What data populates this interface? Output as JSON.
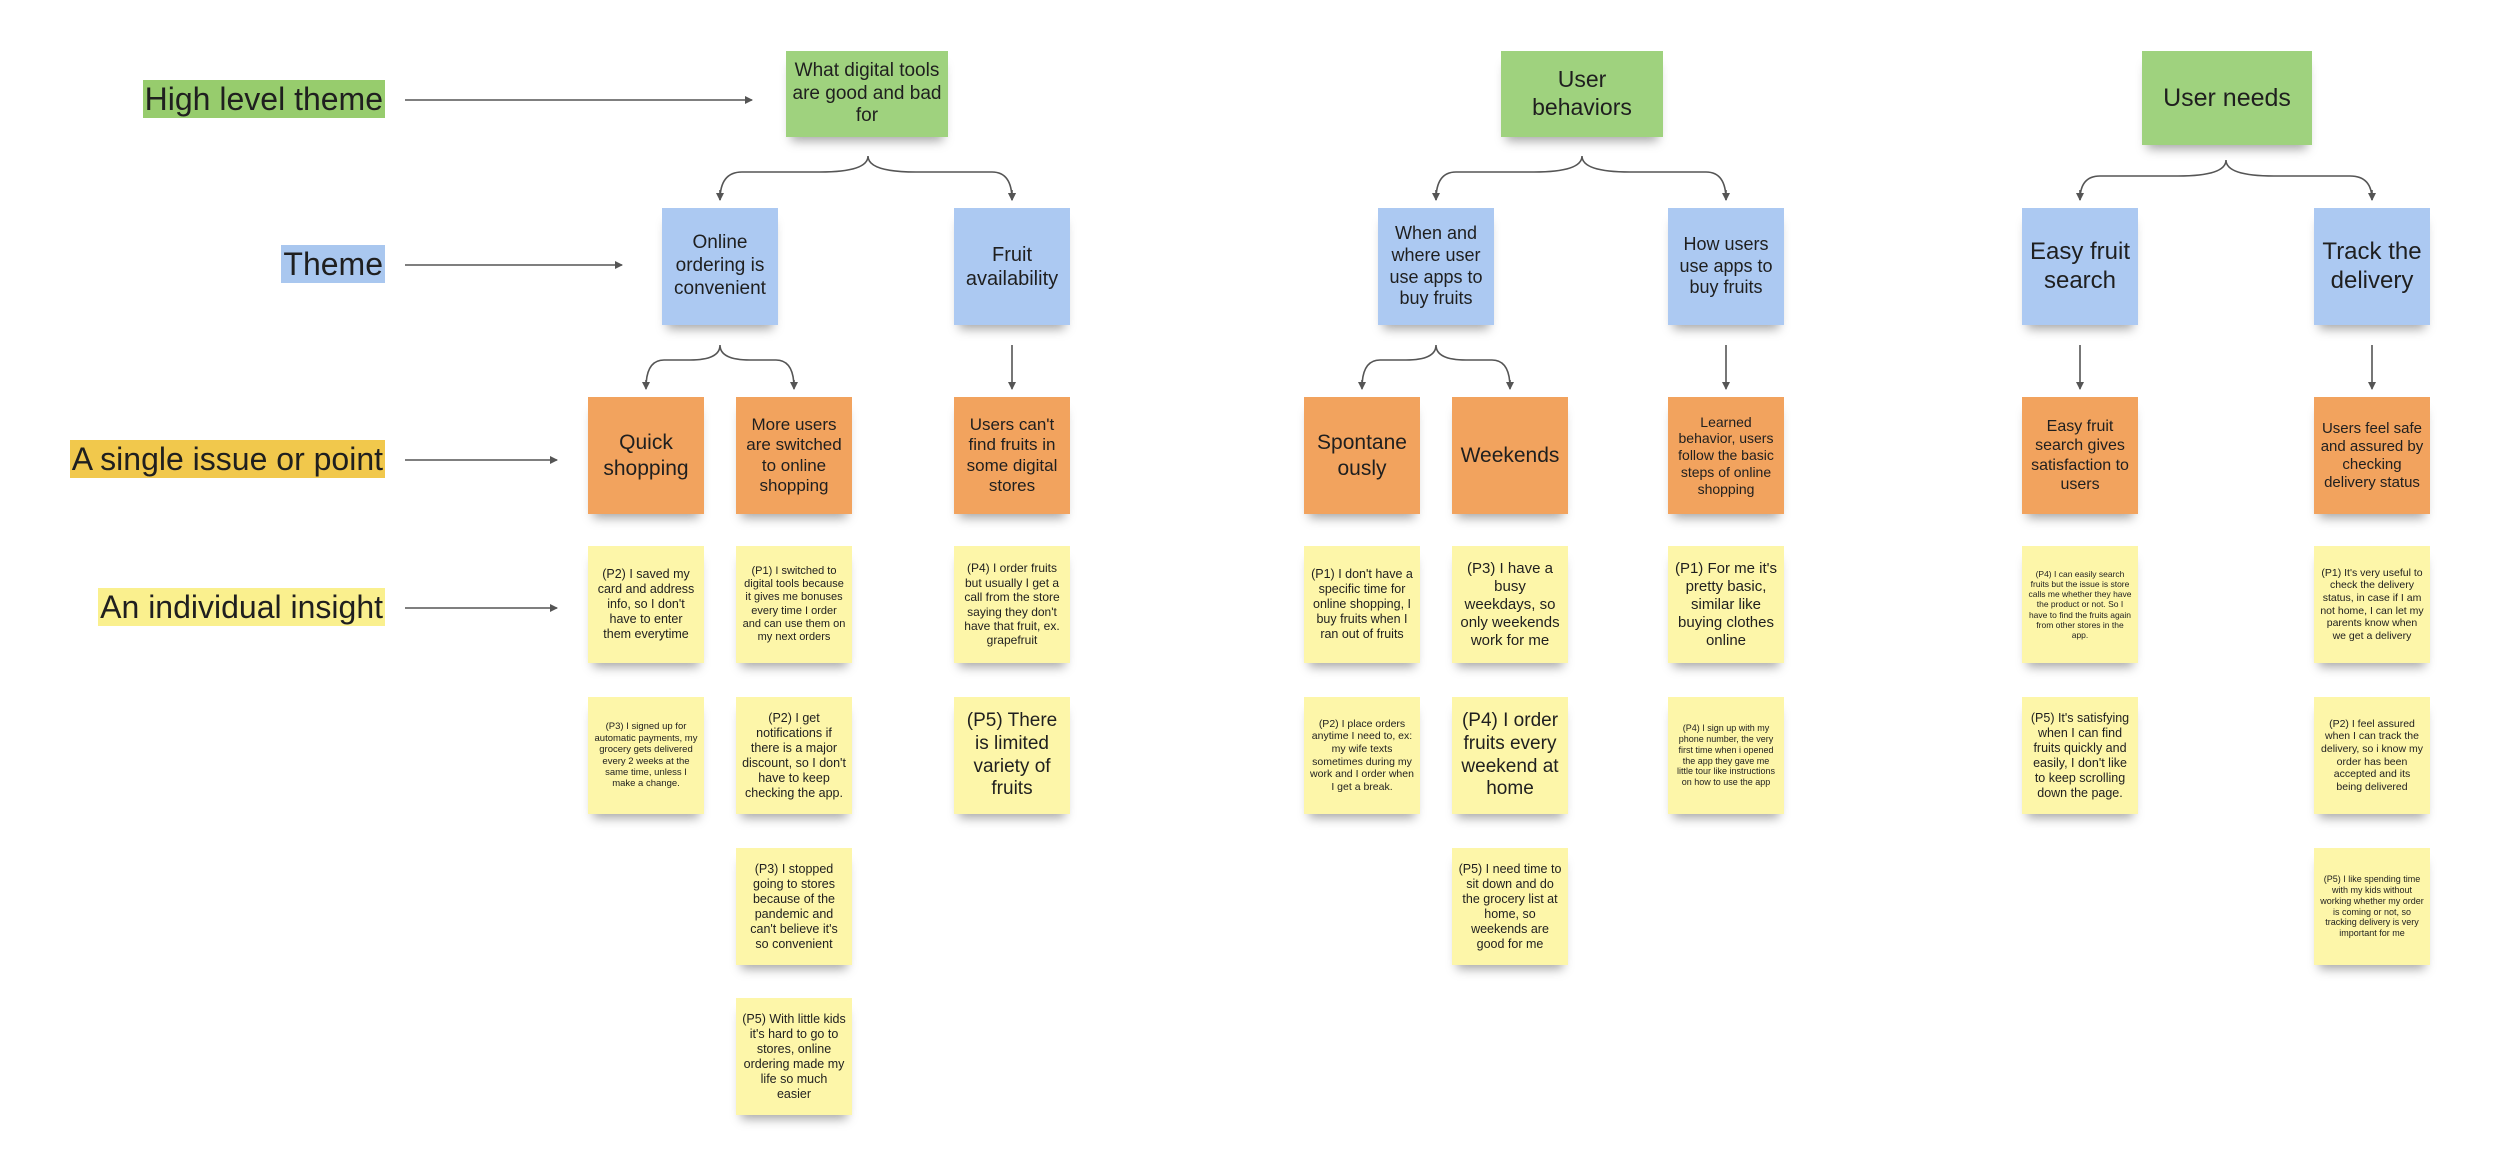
{
  "colors": {
    "high_level_theme": "#9fd27e",
    "theme": "#acc9f2",
    "issue": "#f2a35e",
    "insight": "#fdf6a9",
    "legend_high_level_theme": "#97cc6d",
    "legend_theme": "#a9c7ef",
    "legend_issue": "#f1c84c",
    "legend_insight": "#faf08e",
    "connector": "#555555"
  },
  "legend": {
    "high_level_theme": "High level theme",
    "theme": "Theme",
    "issue": "A single issue or point",
    "insight": "An individual insight"
  },
  "board": {
    "h1": "What digital tools are good and bad for",
    "h2": "User behaviors",
    "h3": "User needs",
    "t1": "Online ordering is convenient",
    "t2": "Fruit availability",
    "t3": "When and where user use apps to buy fruits",
    "t4": "How users use apps to buy fruits",
    "t5": "Easy fruit search",
    "t6": "Track the delivery",
    "i1": "Quick shopping",
    "i2": "More users are switched to online shopping",
    "i3": "Users can't find fruits in some digital stores",
    "i4": "Spontane ously",
    "i5": "Weekends",
    "i6": "Learned behavior, users follow the basic steps of online shopping",
    "i7": "Easy fruit search gives satisfaction to users",
    "i8": "Users feel safe and assured by checking delivery status",
    "n1": "(P2) I saved my card and address info, so I don't have to enter them everytime",
    "n2": "(P3) I signed up for automatic payments, my grocery gets delivered every 2 weeks at the same time, unless I make a change.",
    "n3": "(P1) I switched to digital tools because it gives me bonuses every time I order and can use them on my next orders",
    "n4": "(P2) I get notifications if there is a major discount, so I don't have to keep checking the app.",
    "n5": "(P3) I stopped going to stores because of the pandemic and can't believe it's so convenient",
    "n6": "(P5) With little kids it's hard to go to stores, online ordering made my life so much easier",
    "n7": "(P4) I order fruits but usually I get a call from the store saying they don't have that fruit, ex. grapefruit",
    "n8": "(P5) There is limited variety of fruits",
    "n9": "(P1) I don't have a specific time for online shopping, I buy fruits when I ran out of fruits",
    "n10": "(P2) I place orders anytime I need to, ex: my wife texts sometimes during my work and I order when I get a break.",
    "n11": "(P3) I have a busy weekdays, so only weekends work for me",
    "n12": "(P4) I order fruits every weekend at home",
    "n13": "(P5) I need time to sit down and do the grocery list at home, so weekends are good for me",
    "n14": "(P1) For me it's pretty basic, similar like buying clothes online",
    "n15": "(P4) I sign up with my phone number, the very first time when i opened the app they gave me little tour like instructions on how to use the app",
    "n16": "(P4) I can easily search fruits but the issue is store calls me whether they have the product or not. So I have to find the fruits again from other stores in the app.",
    "n17": "(P5) It's satisfying when I can find fruits quickly and easily, I don't like to keep scrolling down the page.",
    "n18": "(P1) It's very useful to check the delivery status, in case if I am not home, I can let my parents know when we get a delivery",
    "n19": "(P2) I feel assured when I can track the delivery, so i know my order has been accepted and its being delivered",
    "n20": "(P5) I like spending time with my kids without working whether my order is coming or not, so tracking delivery is very important for me"
  }
}
